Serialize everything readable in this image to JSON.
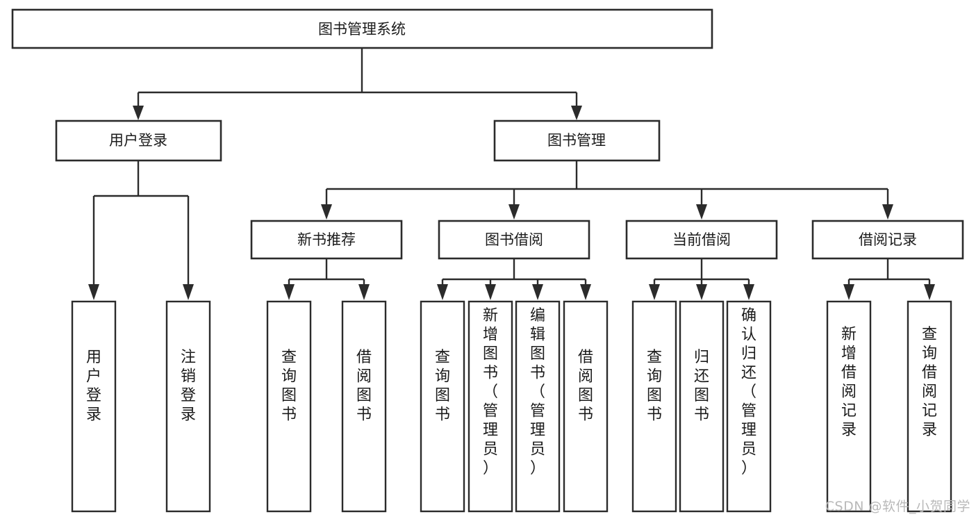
{
  "diagram": {
    "type": "tree-hierarchy",
    "title": "图书管理系统",
    "watermark": "CSDN @软件_小贺同学",
    "colors": {
      "stroke": "#2b2b2b",
      "fill": "#ffffff",
      "text": "#1b1b1b",
      "watermark": "#b9b9b9"
    },
    "levels": {
      "root": {
        "label": "图书管理系统"
      },
      "level1": [
        {
          "id": "user-login",
          "label": "用户登录"
        },
        {
          "id": "book-management",
          "label": "图书管理"
        }
      ],
      "level2": [
        {
          "id": "new-book-recommend",
          "label": "新书推荐",
          "parent": "book-management"
        },
        {
          "id": "book-borrow",
          "label": "图书借阅",
          "parent": "book-management"
        },
        {
          "id": "current-borrow",
          "label": "当前借阅",
          "parent": "book-management"
        },
        {
          "id": "borrow-record",
          "label": "借阅记录",
          "parent": "book-management"
        }
      ],
      "leaves": {
        "user-login": [
          {
            "id": "leaf-user-login",
            "label": "用户登录"
          },
          {
            "id": "leaf-user-logout",
            "label": "注销登录"
          }
        ],
        "new-book-recommend": [
          {
            "id": "leaf-query-book-1",
            "label": "查询图书"
          },
          {
            "id": "leaf-borrow-book-1",
            "label": "借阅图书"
          }
        ],
        "book-borrow": [
          {
            "id": "leaf-query-book-2",
            "label": "查询图书"
          },
          {
            "id": "leaf-add-book",
            "label": "新增图书（管理员）"
          },
          {
            "id": "leaf-edit-book",
            "label": "编辑图书（管理员）"
          },
          {
            "id": "leaf-borrow-book-2",
            "label": "借阅图书"
          }
        ],
        "current-borrow": [
          {
            "id": "leaf-query-book-3",
            "label": "查询图书"
          },
          {
            "id": "leaf-return-book",
            "label": "归还图书"
          },
          {
            "id": "leaf-confirm-return",
            "label": "确认归还（管理员）"
          }
        ],
        "borrow-record": [
          {
            "id": "leaf-add-record",
            "label": "新增借阅记录"
          },
          {
            "id": "leaf-query-record",
            "label": "查询借阅记录"
          }
        ]
      }
    }
  }
}
